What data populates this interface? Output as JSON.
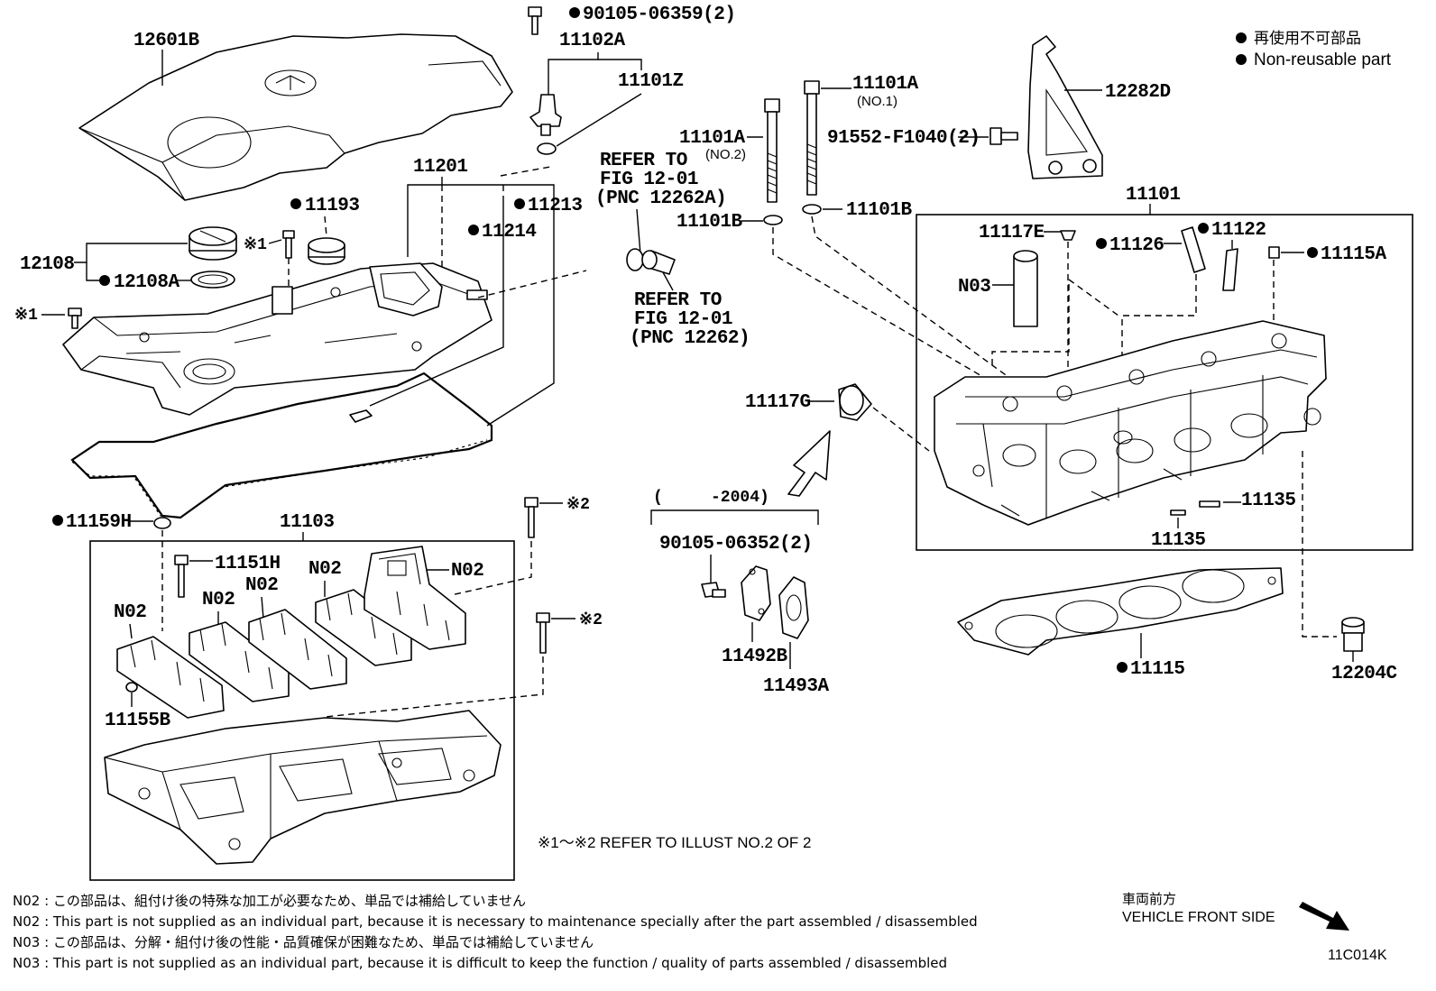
{
  "legend": {
    "nonreusable_jp": "再使用不可部品",
    "nonreusable_en": "Non-reusable part"
  },
  "labels": {
    "p12601B": "12601B",
    "p90105_06359": "90105-06359(2)",
    "p11102A": "11102A",
    "p11101Z": "11101Z",
    "p11201": "11201",
    "p11193": "11193",
    "p11213": "11213",
    "p11214": "11214",
    "p12108": "12108",
    "p12108A": "12108A",
    "mark1": "※1",
    "mark1b": "※1",
    "refer1_a": "REFER TO",
    "refer1_b": "FIG 12-01",
    "refer1_c": "(PNC 12262A)",
    "refer2_a": "REFER TO",
    "refer2_b": "FIG 12-01",
    "refer2_c": "(PNC 12262)",
    "p11101A_no2": "11101A",
    "no2": "(NO.2)",
    "p11101A_no1": "11101A",
    "no1": "(NO.1)",
    "p91552": "91552-F1040(2)",
    "p12282D": "12282D",
    "p11101B_l": "11101B",
    "p11101B_r": "11101B",
    "p11101": "11101",
    "p11117E": "11117E",
    "p11126": "11126",
    "p11122": "11122",
    "p11115A": "11115A",
    "N03": "N03",
    "p11117G": "11117G",
    "p11135_a": "11135",
    "p11135_b": "11135",
    "p11159H": "11159H",
    "p11103": "11103",
    "mark2a": "※2",
    "mark2b": "※2",
    "p11151H": "11151H",
    "N02_a": "N02",
    "N02_b": "N02",
    "N02_c": "N02",
    "N02_d": "N02",
    "N02_e": "N02",
    "p11155B": "11155B",
    "range_open": "(",
    "range_end": "-2004)",
    "p90105_06352": "90105-06352(2)",
    "p11492B": "11492B",
    "p11493A": "11493A",
    "p11115": "11115",
    "p12204C": "12204C",
    "refer_illust": "※1～※2  REFER TO ILLUST NO.2 OF 2"
  },
  "notes": {
    "n02_jp": "N02 : この部品は、組付け後の特殊な加工が必要なため、単品では補給していません",
    "n02_en": "N02 : This part is not supplied as an individual part, because it is necessary to maintenance specially after the part assembled / disassembled",
    "n03_jp": "N03 : この部品は、分解・組付け後の性能・品質確保が困難なため、単品では補給していません",
    "n03_en": "N03 : This part is not supplied as an individual part, because it is difficult to keep the function / quality of parts  assembled / disassembled"
  },
  "footer": {
    "front_jp": "車両前方",
    "front_en": "VEHICLE FRONT SIDE",
    "fig_id": "11C014K"
  }
}
